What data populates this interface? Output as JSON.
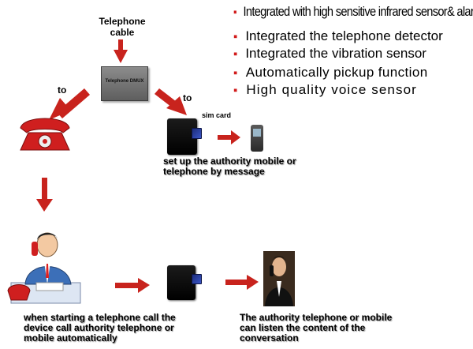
{
  "features": [
    "Integrated with high sensitive infrared sensor& alarm",
    "Integrated the telephone detector",
    "Integrated the vibration sensor",
    "Automatically pickup function",
    "High quality voice sensor"
  ],
  "diagram": {
    "telephone_cable_label": "Telephone\ncable",
    "dmux_label": "Telephone DMUX",
    "to_left": "to",
    "to_right": "to",
    "sim_card": "sim card",
    "message_caption": "set up the authority mobile or\ntelephone by message",
    "call_caption": "when starting a telephone call the\ndevice call authority telephone or\nmobile automatically",
    "listen_caption": "The authority telephone or mobile\ncan listen the content of the\nconversation"
  },
  "colors": {
    "arrow": "#c8231d",
    "bullet": "#d11a1a",
    "phone_red": "#cf1f1f"
  },
  "icons": [
    "red-telephone-icon",
    "mobile-phone-icon",
    "office-worker-icon",
    "businessman-on-phone-icon"
  ]
}
